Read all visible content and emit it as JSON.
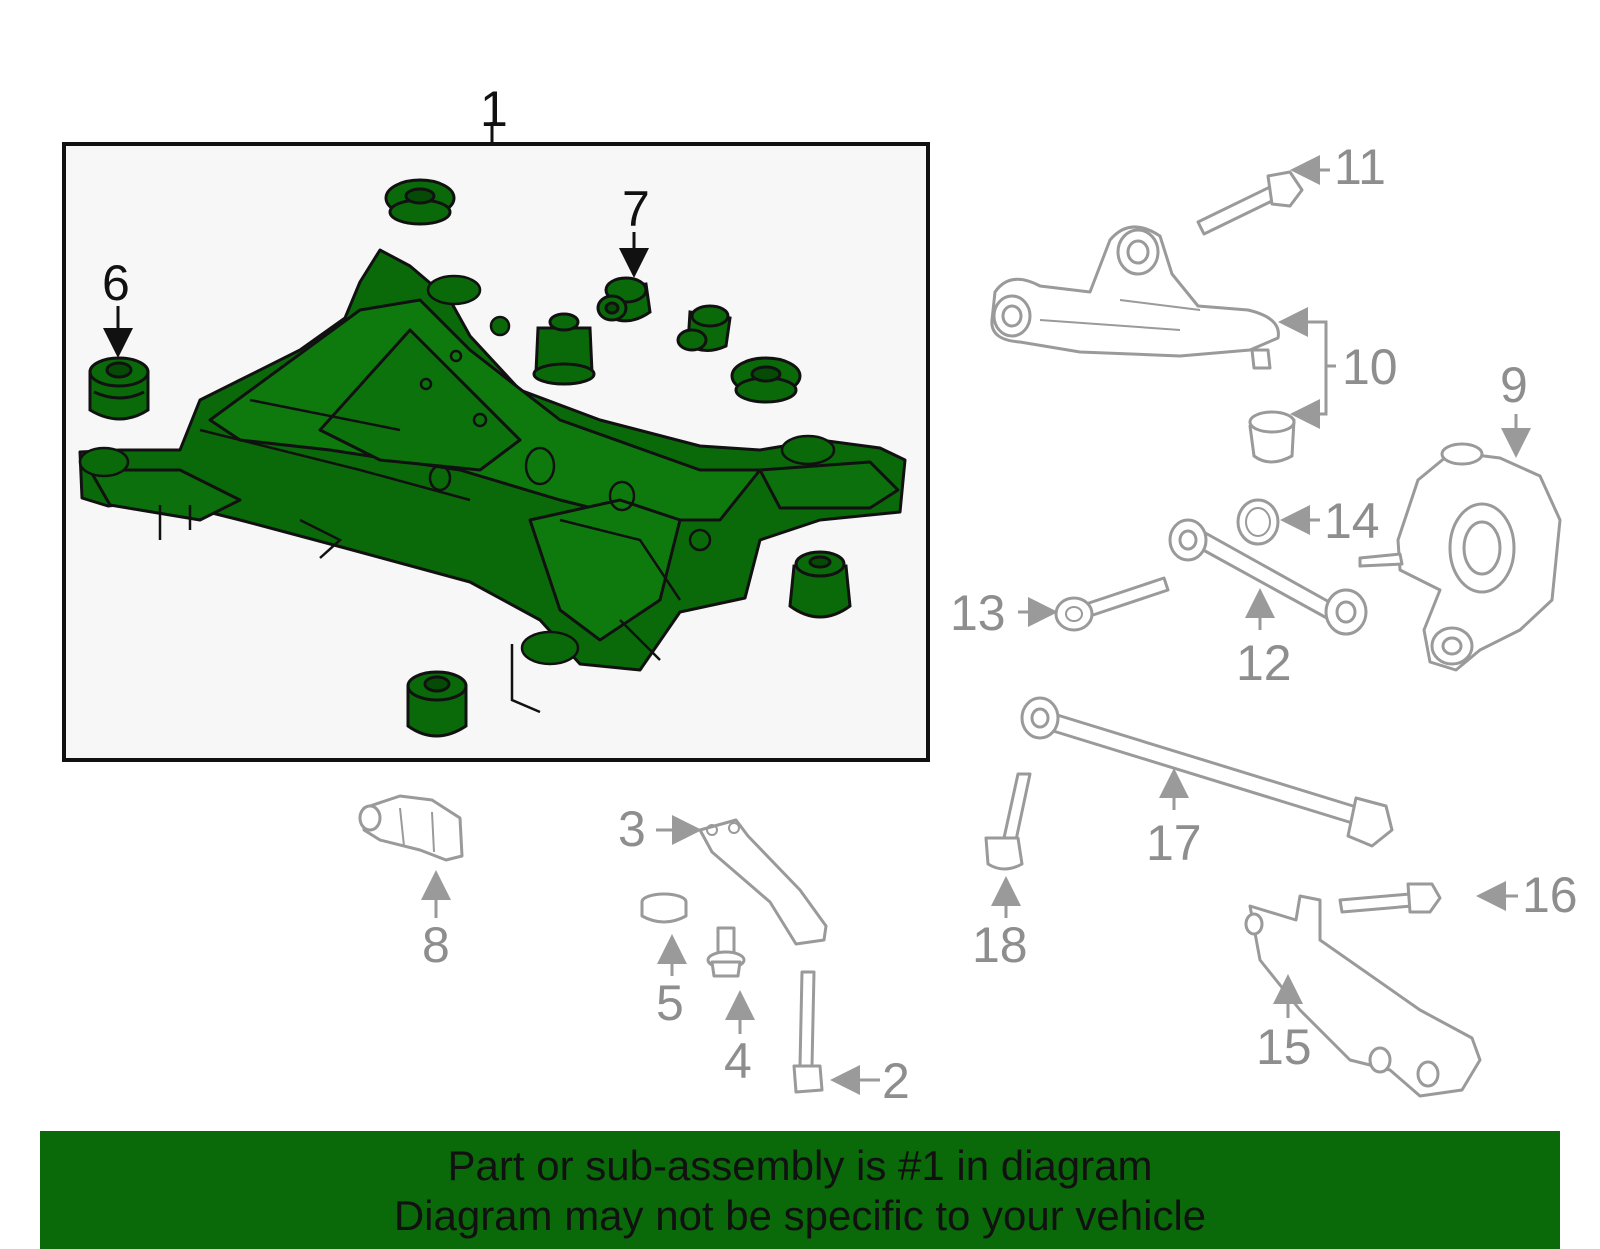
{
  "colors": {
    "highlight": "#0a6a0a",
    "highlight_dark": "#054b05",
    "outline": "#111111",
    "grey_line": "#9a9a9a",
    "label_grey": "#8e8e8e",
    "panel_bg": "#f7f7f7",
    "banner_bg": "#0a6a0a"
  },
  "callouts": {
    "c1": "1",
    "c2": "2",
    "c3": "3",
    "c4": "4",
    "c5": "5",
    "c6": "6",
    "c7": "7",
    "c8": "8",
    "c9": "9",
    "c10": "10",
    "c11": "11",
    "c12": "12",
    "c13": "13",
    "c14": "14",
    "c15": "15",
    "c16": "16",
    "c17": "17",
    "c18": "18"
  },
  "banner": {
    "line1": "Part or sub-assembly is #1 in diagram",
    "line2": "Diagram may not be specific to your vehicle"
  }
}
